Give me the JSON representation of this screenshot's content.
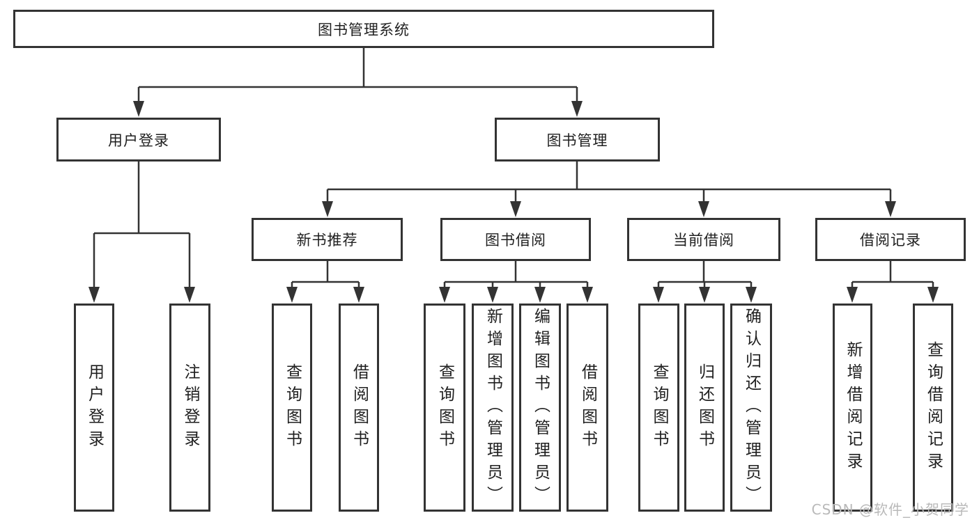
{
  "diagram": {
    "root": {
      "label": "图书管理系统",
      "children": [
        {
          "label": "用户登录",
          "children": [
            {
              "label": "用户登录"
            },
            {
              "label": "注销登录"
            }
          ]
        },
        {
          "label": "图书管理",
          "children": [
            {
              "label": "新书推荐",
              "children": [
                {
                  "label": "查询图书"
                },
                {
                  "label": "借阅图书"
                }
              ]
            },
            {
              "label": "图书借阅",
              "children": [
                {
                  "label": "查询图书"
                },
                {
                  "label": "新增图书（管理员）"
                },
                {
                  "label": "编辑图书（管理员）"
                },
                {
                  "label": "借阅图书"
                }
              ]
            },
            {
              "label": "当前借阅",
              "children": [
                {
                  "label": "查询图书"
                },
                {
                  "label": "归还图书"
                },
                {
                  "label": "确认归还（管理员）"
                }
              ]
            },
            {
              "label": "借阅记录",
              "children": [
                {
                  "label": "新增借阅记录"
                },
                {
                  "label": "查询借阅记录"
                }
              ]
            }
          ]
        }
      ]
    },
    "colors": {
      "line": "#333333",
      "box_border": "#333333",
      "box_fill": "#ffffff",
      "text": "#1f1f1f"
    }
  },
  "watermark": {
    "text": "CSDN @软件_小贺同学",
    "color": "#b9b9b9"
  }
}
